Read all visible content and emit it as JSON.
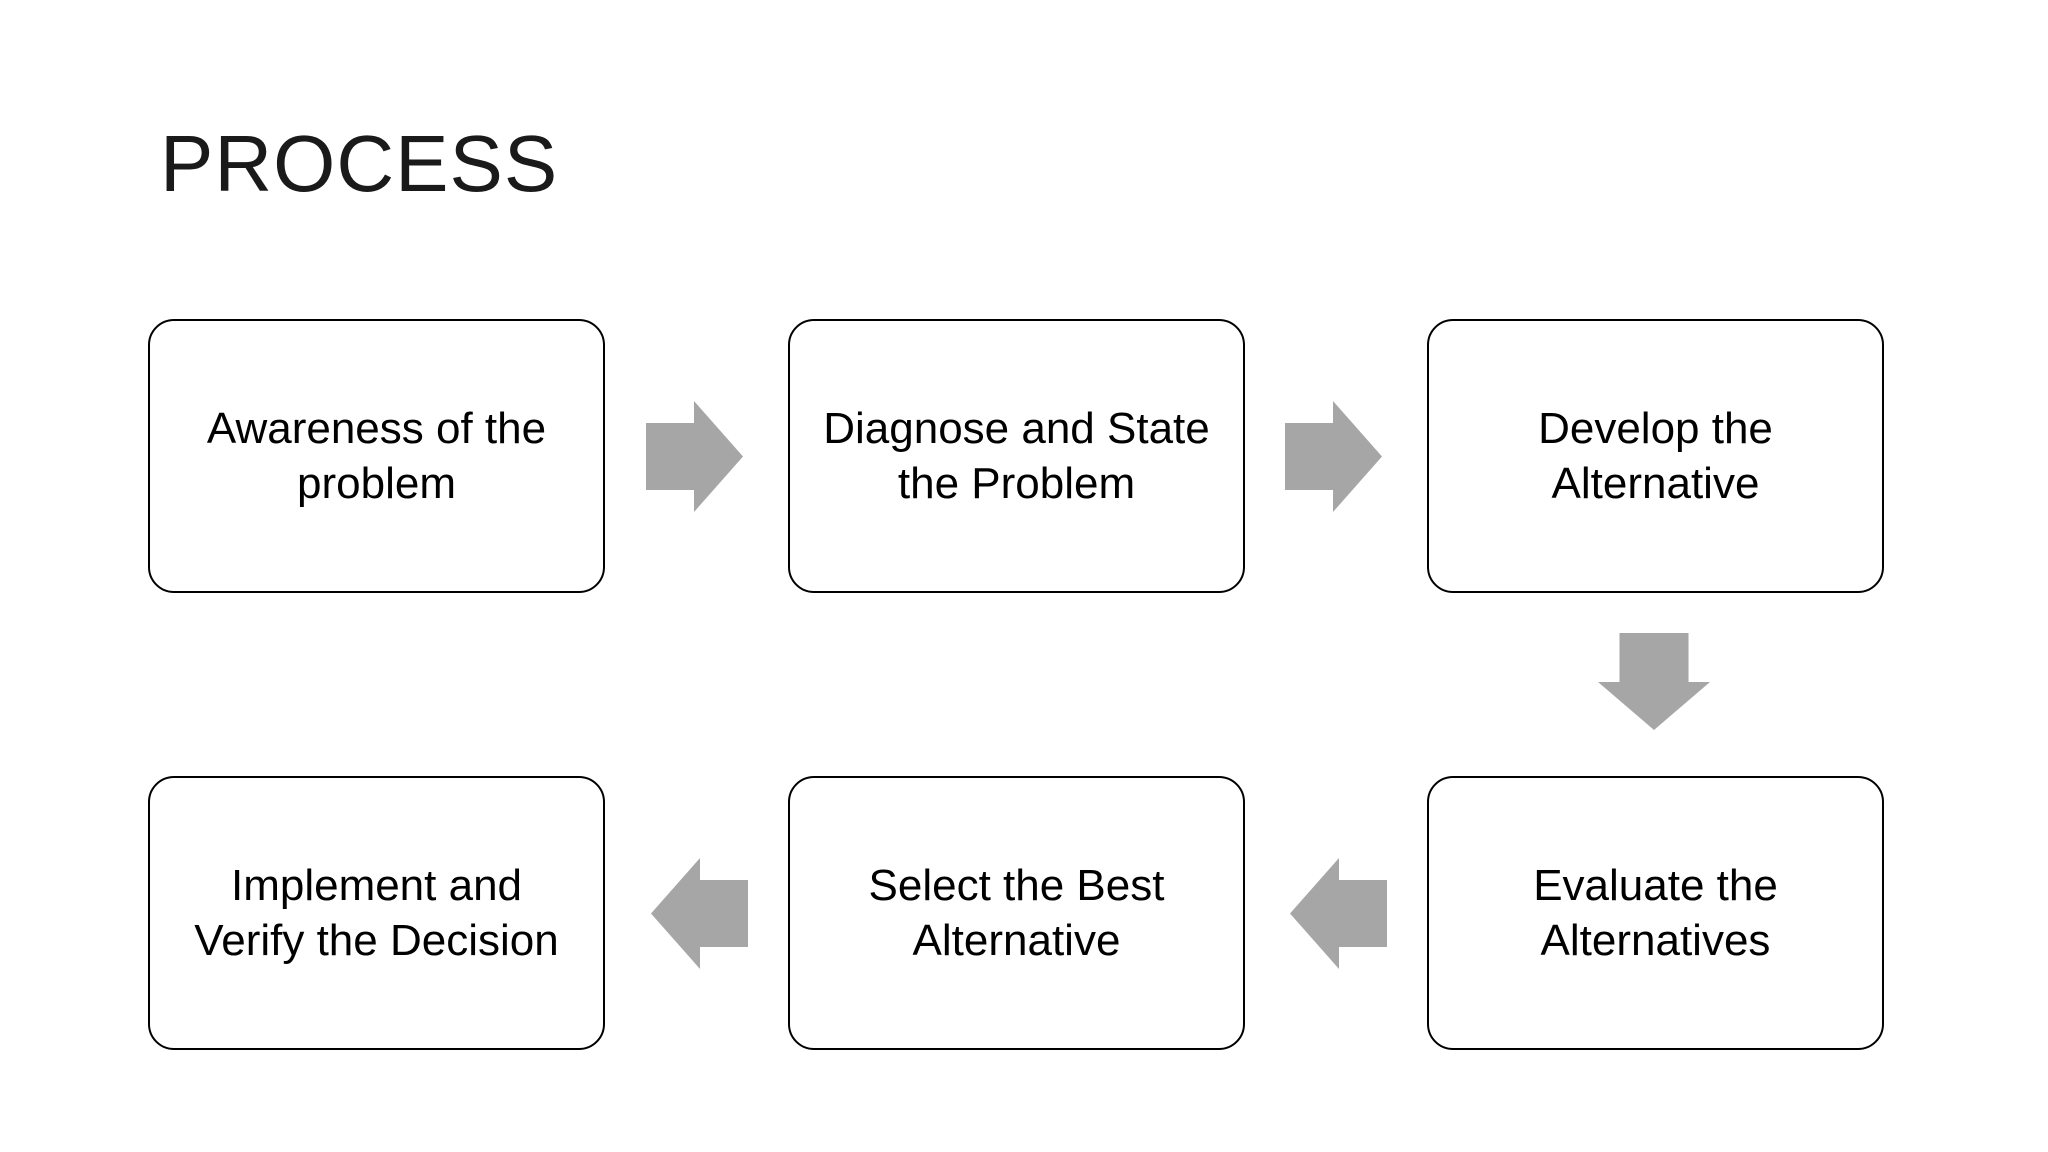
{
  "title": "PROCESS",
  "colors": {
    "background": "#ffffff",
    "box_fill": "#ffffff",
    "box_border": "#000000",
    "box_text": "#000000",
    "arrow_fill": "#a6a6a6",
    "title_text": "#1a1a1a"
  },
  "steps": [
    {
      "order": 1,
      "label": "Awareness of the problem",
      "lines": [
        "Awareness of the",
        "problem"
      ]
    },
    {
      "order": 2,
      "label": "Diagnose and State the Problem",
      "lines": [
        "Diagnose and State",
        "the Problem"
      ]
    },
    {
      "order": 3,
      "label": "Develop the Alternative",
      "lines": [
        "Develop the",
        "Alternative"
      ]
    },
    {
      "order": 4,
      "label": "Evaluate the Alternatives",
      "lines": [
        "Evaluate the",
        "Alternatives"
      ]
    },
    {
      "order": 5,
      "label": "Select the Best Alternative",
      "lines": [
        "Select the Best",
        "Alternative"
      ]
    },
    {
      "order": 6,
      "label": "Implement and Verify the Decision",
      "lines": [
        "Implement and",
        "Verify the Decision"
      ]
    }
  ],
  "connections": [
    {
      "from": "Awareness of the problem",
      "to": "Diagnose and State the Problem",
      "direction": "right"
    },
    {
      "from": "Diagnose and State the Problem",
      "to": "Develop the Alternative",
      "direction": "right"
    },
    {
      "from": "Develop the Alternative",
      "to": "Evaluate the Alternatives",
      "direction": "down"
    },
    {
      "from": "Evaluate the Alternatives",
      "to": "Select the Best Alternative",
      "direction": "left"
    },
    {
      "from": "Select the Best Alternative",
      "to": "Implement and Verify the Decision",
      "direction": "left"
    }
  ]
}
